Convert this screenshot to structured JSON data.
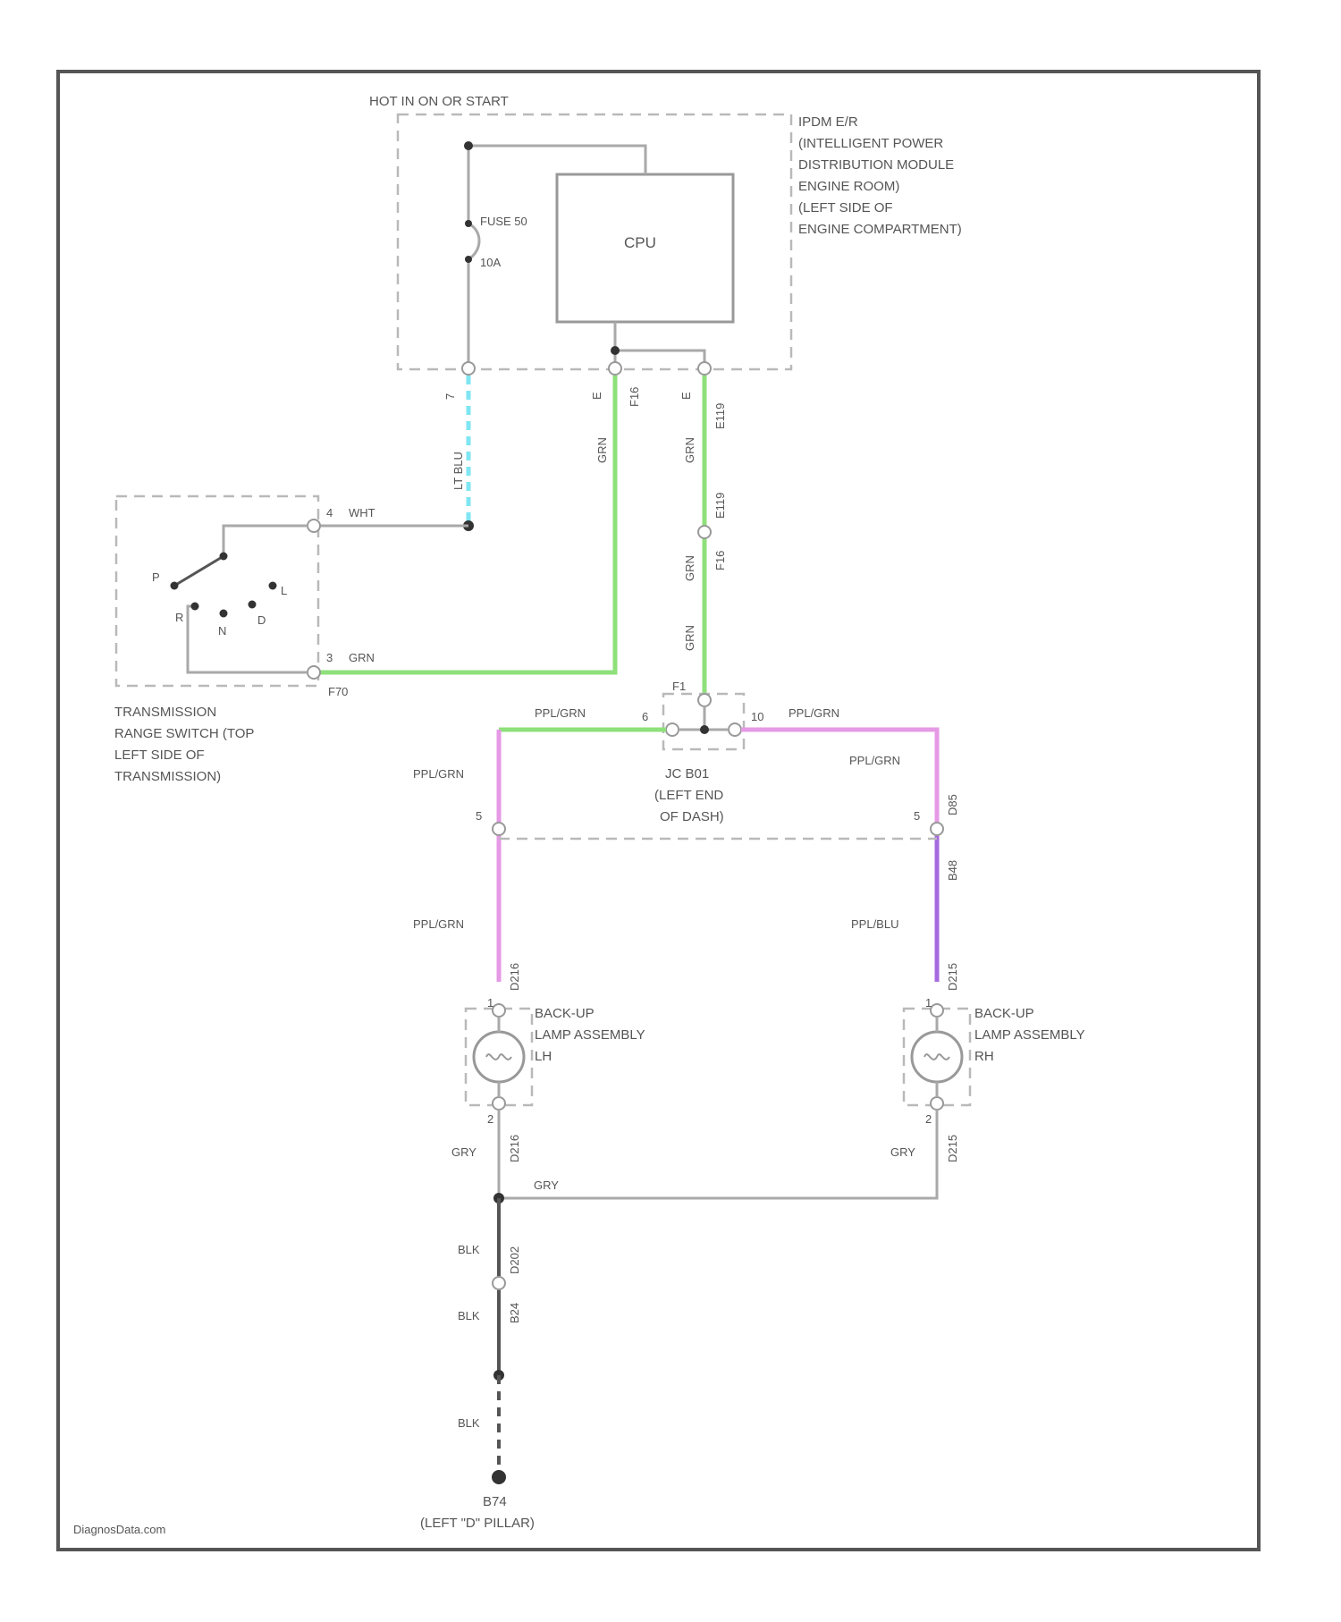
{
  "power_feed": "HOT IN ON OR START",
  "ipdm": {
    "lines": [
      "IPDM E/R",
      "(INTELLIGENT POWER",
      "DISTRIBUTION MODULE",
      "ENGINE ROOM)",
      "(LEFT SIDE OF",
      "ENGINE COMPARTMENT)"
    ],
    "cpu_label": "CPU",
    "fuse": "FUSE 50",
    "fuse_amps": "10A"
  },
  "pins": {
    "ipdm_left": "7",
    "ipdm_mid": "E",
    "ipdm_mid_conn": "F16",
    "ipdm_right": "E",
    "ipdm_right_conn": "E119",
    "trs_top": "4",
    "trs_bottom": "3",
    "trs_conn": "F70",
    "jc_left": "6",
    "jc_right": "10",
    "jc_conn": "F1",
    "tl_left": "5",
    "tl_right": "5",
    "tl_right_conn": "D85",
    "tl_mid_conn": "B48",
    "lamp_lh_top": "1",
    "lamp_lh_conn": "D216",
    "lamp_rh_top": "1",
    "lamp_rh_conn": "D215",
    "lamp_lh_bot": "2",
    "lamp_lh_bot_conn": "D216",
    "lamp_rh_bot": "2",
    "lamp_rh_bot_conn": "D215",
    "gnd_conn_1": "D202",
    "gnd_conn_2": "B24"
  },
  "wires": {
    "lt_blu": "LT BLU",
    "grn_1": "GRN",
    "grn_2": "GRN",
    "grn_3": "GRN",
    "grn_4": "GRN",
    "wht": "WHT",
    "trs_grn": "GRN",
    "ppl_grn_1": "PPL/GRN",
    "ppl_grn_2": "PPL/GRN",
    "ppl_grn_3": "PPL/GRN",
    "ppl_grn_4": "PPL/GRN",
    "ppl_grn_5": "PPL/GRN",
    "ppl_blu": "PPL/BLU",
    "gry_1": "GRY",
    "gry_2": "GRY",
    "gry_3": "GRY",
    "blk_1": "BLK",
    "blk_2": "BLK",
    "blk_3": "BLK"
  },
  "trs": {
    "lines": [
      "TRANSMISSION",
      "RANGE SWITCH (TOP",
      "LEFT SIDE OF",
      "TRANSMISSION)"
    ],
    "positions": [
      "P",
      "R",
      "N",
      "D",
      "L"
    ]
  },
  "jc": {
    "name": "JC B01",
    "lines": [
      "(LEFT END",
      "OF DASH)"
    ]
  },
  "lamp_lh": {
    "lines": [
      "BACK-UP",
      "LAMP ASSEMBLY",
      "LH"
    ]
  },
  "lamp_rh": {
    "lines": [
      "BACK-UP",
      "LAMP ASSEMBLY",
      "RH"
    ]
  },
  "ground": {
    "name": "B74",
    "location": "(LEFT \"D\" PILLAR)"
  },
  "watermark": "DiagnosData.com"
}
